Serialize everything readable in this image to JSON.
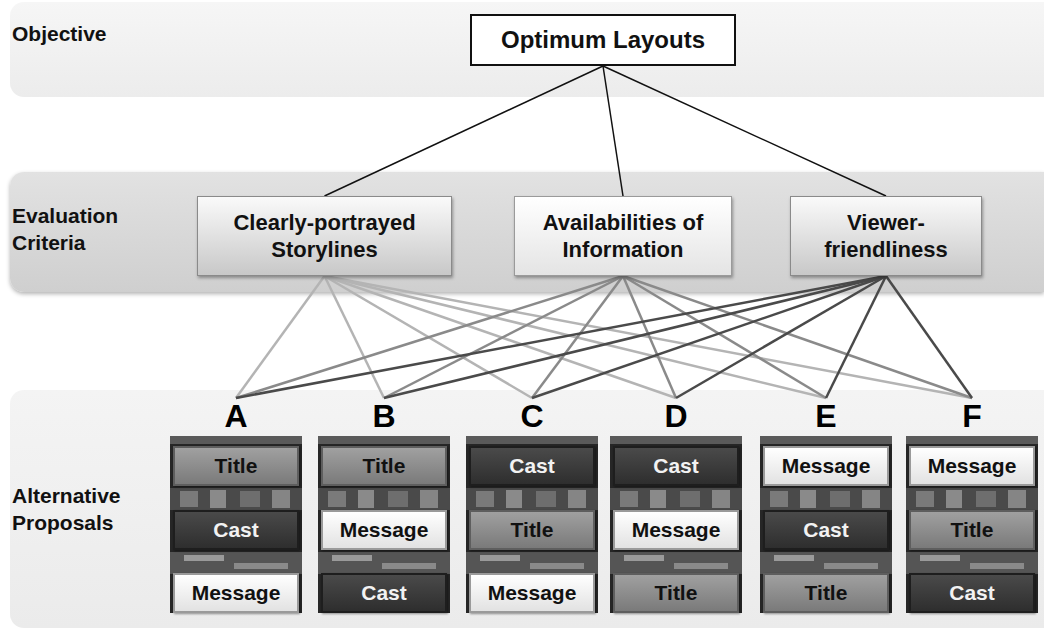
{
  "diagram": {
    "nodes": [
      {
        "text": [
          "Objective"
        ]
      },
      {
        "text": [
          "Optimum Layouts"
        ],
        "in": 0
      },
      {
        "text": [
          "Evaluation Criteria"
        ]
      },
      {
        "text": [
          "Clearly-portrayed Storylines"
        ],
        "in": 2
      },
      {
        "text": [
          "Availabilities of Information"
        ],
        "in": 2
      },
      {
        "text": [
          "Viewer-friendliness"
        ],
        "in": 2
      },
      {
        "text": [
          "Alternative Proposals"
        ]
      },
      {
        "text": [
          "A"
        ],
        "in": 6
      },
      {
        "text": [
          "Title"
        ],
        "in": 7
      },
      {
        "text": [
          "Cast"
        ],
        "in": 7
      },
      {
        "text": [
          "Message"
        ],
        "in": 7
      },
      {
        "text": [
          "B"
        ],
        "in": 6
      },
      {
        "text": [
          "Title"
        ],
        "in": 11
      },
      {
        "text": [
          "Message"
        ],
        "in": 11
      },
      {
        "text": [
          "Cast"
        ],
        "in": 11
      },
      {
        "text": [
          "C"
        ],
        "in": 6
      },
      {
        "text": [
          "Cast"
        ],
        "in": 15
      },
      {
        "text": [
          "Title"
        ],
        "in": 15
      },
      {
        "text": [
          "Message"
        ],
        "in": 15
      },
      {
        "text": [
          "D"
        ],
        "in": 6
      },
      {
        "text": [
          "Cast"
        ],
        "in": 19
      },
      {
        "text": [
          "Message"
        ],
        "in": 19
      },
      {
        "text": [
          "Title"
        ],
        "in": 19
      },
      {
        "text": [
          "E"
        ],
        "in": 6
      },
      {
        "text": [
          "Message"
        ],
        "in": 23
      },
      {
        "text": [
          "Cast"
        ],
        "in": 23
      },
      {
        "text": [
          "Title"
        ],
        "in": 23
      },
      {
        "text": [
          "F"
        ],
        "in": 6
      },
      {
        "text": [
          "Message"
        ],
        "in": 27
      },
      {
        "text": [
          "Title"
        ],
        "in": 27
      },
      {
        "text": [
          "Cast"
        ],
        "in": 27
      }
    ],
    "edges": [
      {
        "from": 1,
        "to": 3,
        "arrow": "none"
      },
      {
        "from": 1,
        "to": 4,
        "arrow": "none"
      },
      {
        "from": 1,
        "to": 5,
        "arrow": "none"
      },
      {
        "from": 3,
        "to": 7,
        "arrow": "none"
      },
      {
        "from": 3,
        "to": 11,
        "arrow": "none"
      },
      {
        "from": 3,
        "to": 15,
        "arrow": "none"
      },
      {
        "from": 3,
        "to": 19,
        "arrow": "none"
      },
      {
        "from": 3,
        "to": 23,
        "arrow": "none"
      },
      {
        "from": 3,
        "to": 27,
        "arrow": "none"
      },
      {
        "from": 4,
        "to": 7,
        "arrow": "none"
      },
      {
        "from": 4,
        "to": 11,
        "arrow": "none"
      },
      {
        "from": 4,
        "to": 15,
        "arrow": "none"
      },
      {
        "from": 4,
        "to": 19,
        "arrow": "none"
      },
      {
        "from": 4,
        "to": 23,
        "arrow": "none"
      },
      {
        "from": 4,
        "to": 27,
        "arrow": "none"
      },
      {
        "from": 5,
        "to": 7,
        "arrow": "none"
      },
      {
        "from": 5,
        "to": 11,
        "arrow": "none"
      },
      {
        "from": 5,
        "to": 15,
        "arrow": "none"
      },
      {
        "from": 5,
        "to": 19,
        "arrow": "none"
      },
      {
        "from": 5,
        "to": 23,
        "arrow": "none"
      },
      {
        "from": 5,
        "to": 27,
        "arrow": "none"
      }
    ]
  }
}
